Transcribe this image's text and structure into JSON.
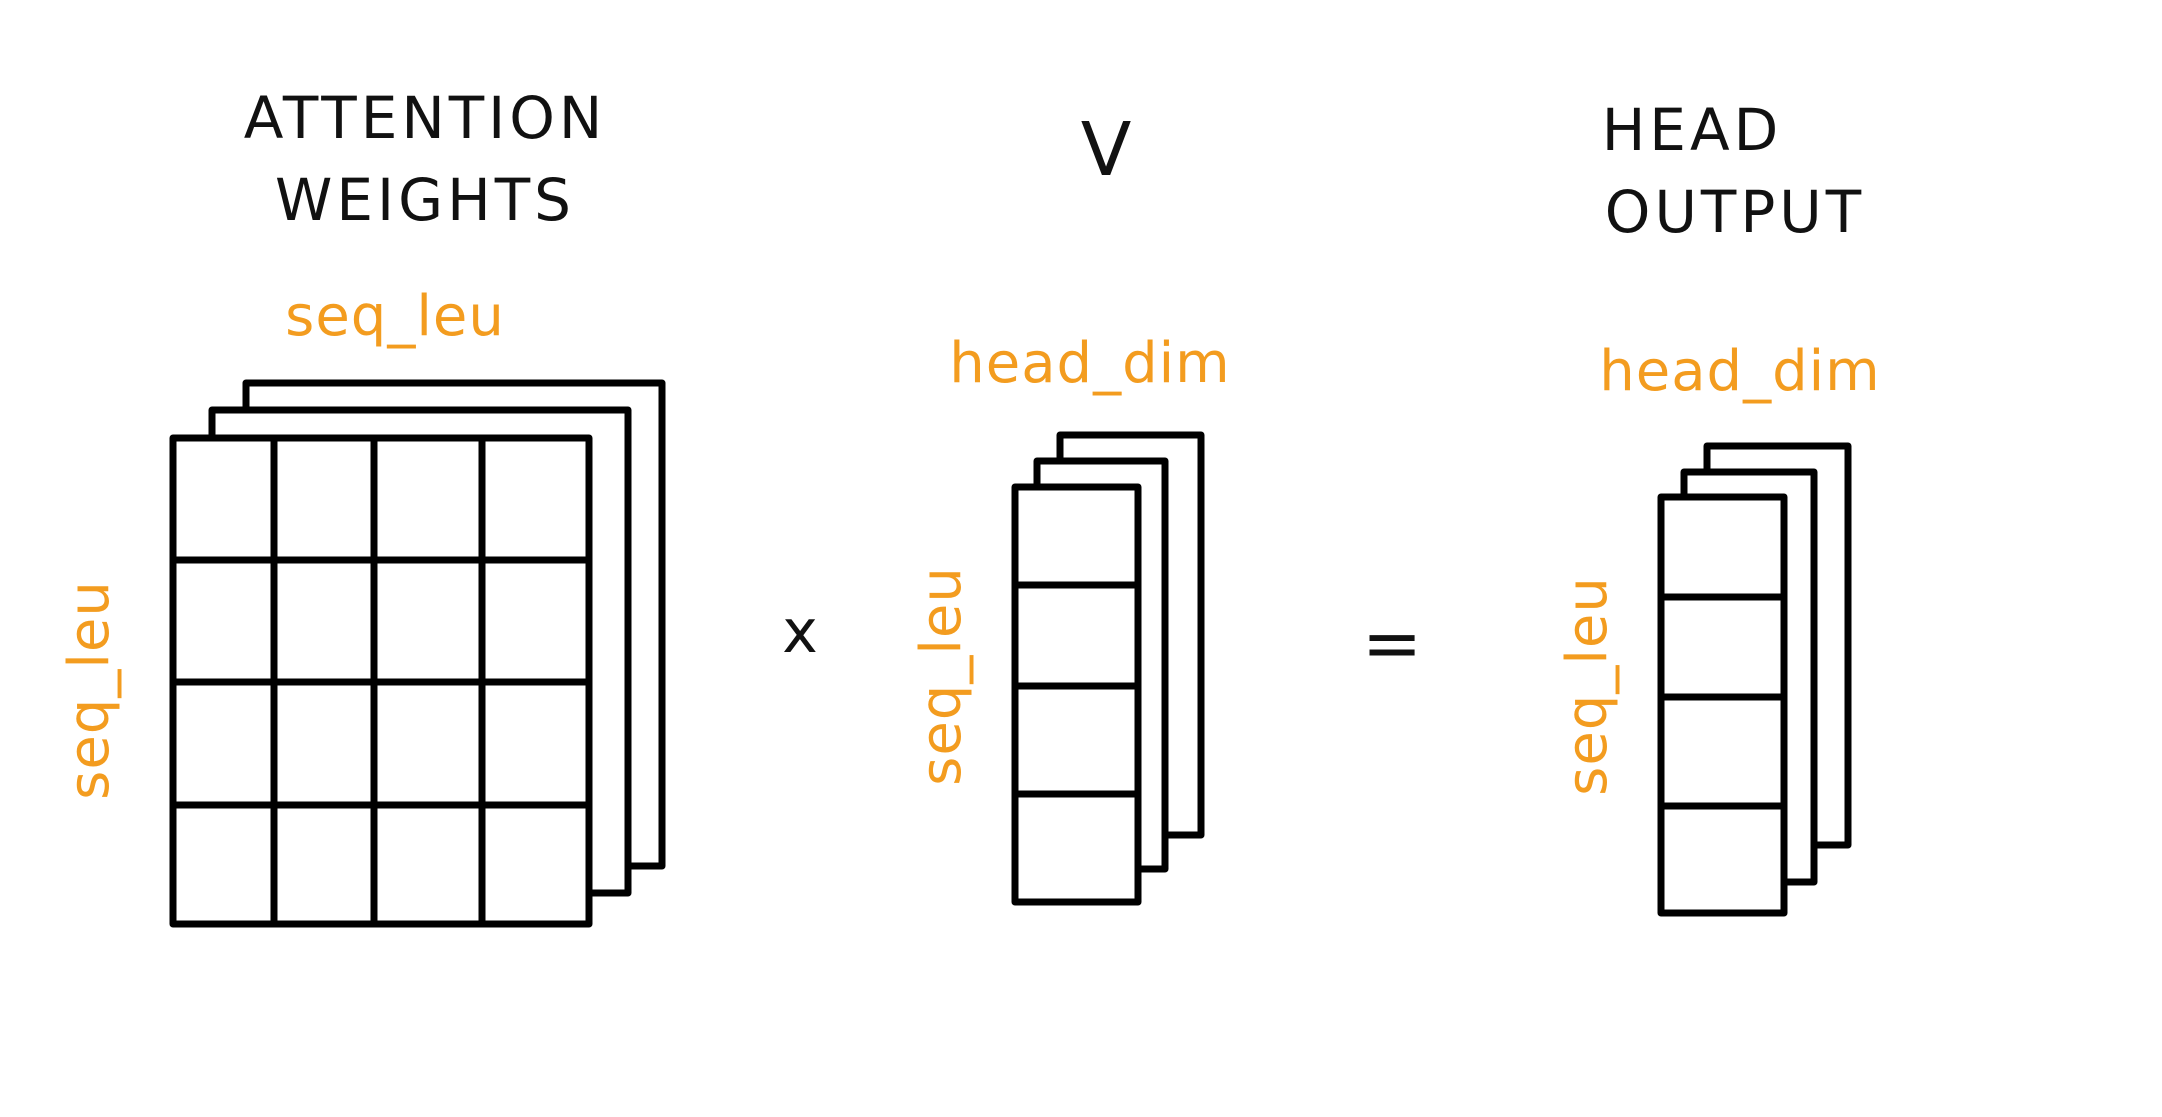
{
  "colors": {
    "ink": "#000000",
    "dim_label": "#F39C1F"
  },
  "left_block": {
    "title_line1": "ATTENTION",
    "title_line2": "WEIGHTS",
    "top_label": "seq_leu",
    "side_label": "seq_leu",
    "rows": 4,
    "cols": 4,
    "stack_depth": 3
  },
  "multiply_sign": "x",
  "middle_block": {
    "title": "V",
    "top_label": "head_dim",
    "side_label": "seq_leu",
    "rows": 4,
    "cols": 1,
    "stack_depth": 3
  },
  "equals_sign": "=",
  "right_block": {
    "title_line1": "HEAD",
    "title_line2": "OUTPUT",
    "top_label": "head_dim",
    "side_label": "seq_leu",
    "rows": 4,
    "cols": 1,
    "stack_depth": 3
  }
}
